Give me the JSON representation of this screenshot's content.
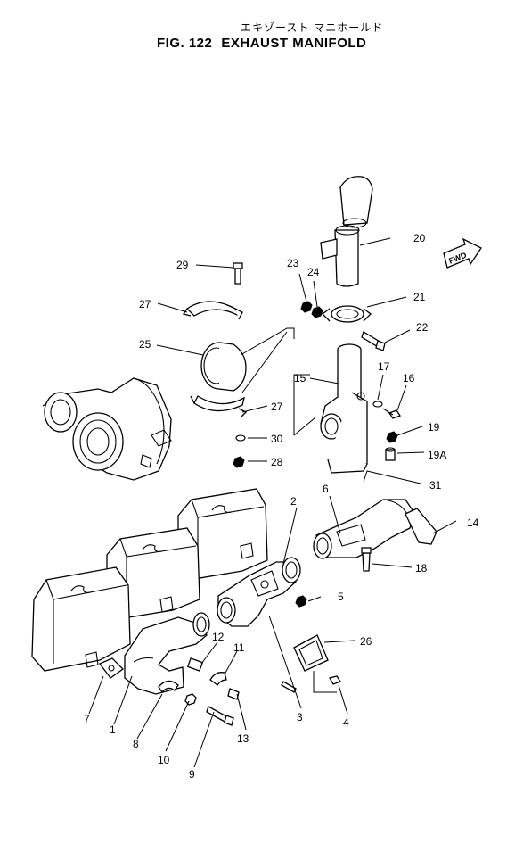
{
  "header": {
    "title_jp": "エキゾースト マニホールド",
    "fig_number": "FIG. 122",
    "title_en": "EXHAUST MANIFOLD"
  },
  "fwd_label": "FWD",
  "callouts": {
    "c1": "1",
    "c2": "2",
    "c3": "3",
    "c4": "4",
    "c5": "5",
    "c6": "6",
    "c7": "7",
    "c8": "8",
    "c9": "9",
    "c10": "10",
    "c11": "11",
    "c12": "12",
    "c13": "13",
    "c14": "14",
    "c15": "15",
    "c16": "16",
    "c17": "17",
    "c18": "18",
    "c19": "19",
    "c19a": "19A",
    "c20": "20",
    "c21": "21",
    "c22": "22",
    "c23": "23",
    "c24": "24",
    "c25": "25",
    "c26": "26",
    "c27a": "27",
    "c27b": "27",
    "c28": "28",
    "c29": "29",
    "c30": "30",
    "c31": "31"
  }
}
